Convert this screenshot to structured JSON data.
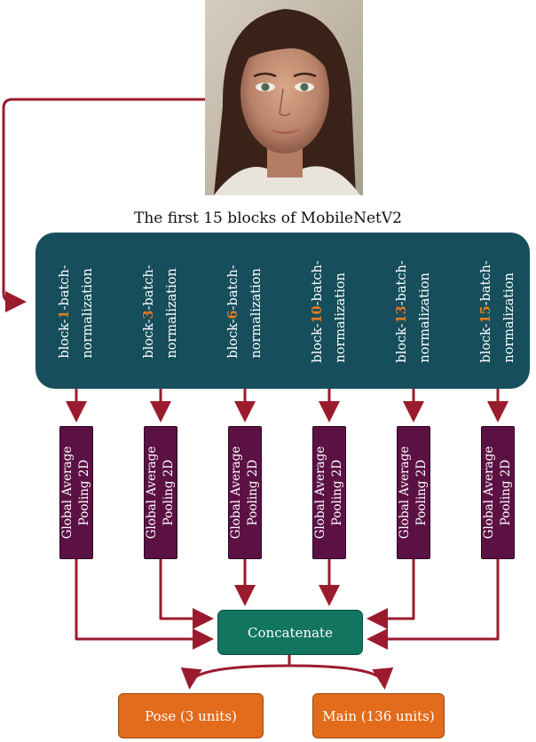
{
  "colors": {
    "arrow": "#9b1b2e",
    "mobilenet_box": "#164e5c",
    "block_number": "#e57a1f",
    "pooling_box": "#5c1144",
    "concat_box": "#117560",
    "output_box": "#e26b1c"
  },
  "backbone": {
    "title": "The first 15 blocks of MobileNetV2",
    "blocks": [
      {
        "prefix": "block-",
        "number": "1",
        "suffix": "-batch-",
        "line2": "normalization"
      },
      {
        "prefix": "block-",
        "number": "3",
        "suffix": "-batch-",
        "line2": "normalization"
      },
      {
        "prefix": "block-",
        "number": "6",
        "suffix": "-batch-",
        "line2": "normalization"
      },
      {
        "prefix": "block-",
        "number": "10",
        "suffix": "-batch-",
        "line2": "normalization"
      },
      {
        "prefix": "block-",
        "number": "13",
        "suffix": "-batch-",
        "line2": "normalization"
      },
      {
        "prefix": "block-",
        "number": "15",
        "suffix": "-batch-",
        "line2": "normalization"
      }
    ]
  },
  "pooling": {
    "line1": "Global Average",
    "line2": "Pooling 2D"
  },
  "concat": {
    "label": "Concatenate"
  },
  "outputs": {
    "pose": "Pose (3 units)",
    "main": "Main (136 units)"
  }
}
